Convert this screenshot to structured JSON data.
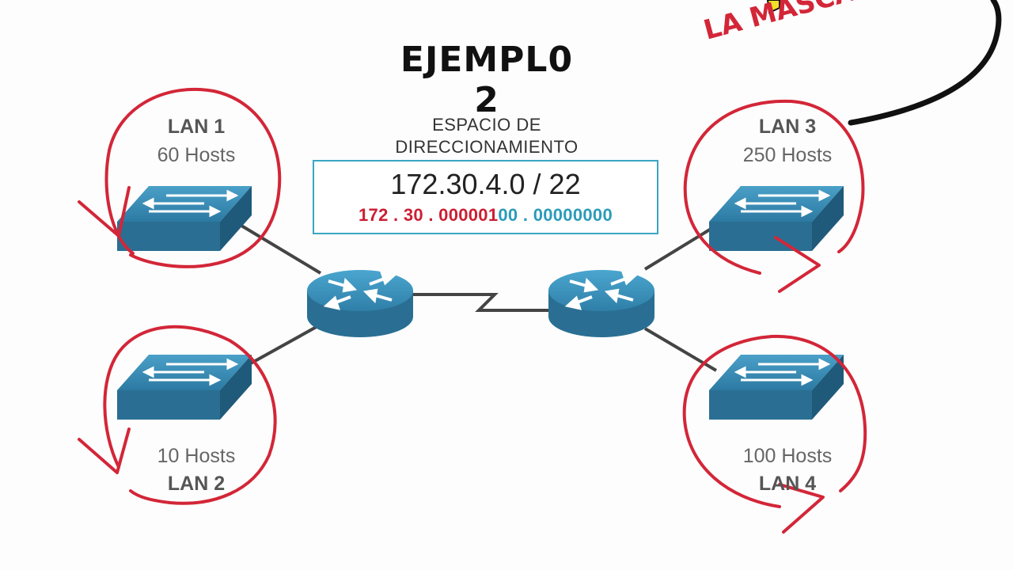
{
  "slide": {
    "title": "EJEMPL0 2",
    "address_space": {
      "label_line1": "ESPACIO DE",
      "label_line2": "DIRECCIONAMIENTO",
      "cidr": "172.30.4.0 / 22",
      "binary_network": "172 . 30 . 000001",
      "binary_host": "00 . 00000000"
    },
    "lans": [
      {
        "name": "LAN 1",
        "hosts": "60 Hosts"
      },
      {
        "name": "LAN 2",
        "hosts": "10 Hosts"
      },
      {
        "name": "LAN 3",
        "hosts": "250 Hosts"
      },
      {
        "name": "LAN 4",
        "hosts": "100 Hosts"
      }
    ],
    "handwritten_note": "LA MÁSCARA C",
    "colors": {
      "network_bits": "#cc1f33",
      "host_bits": "#2a9bb9",
      "annotation_red": "#d32638",
      "device_blue": "#2f7fa6"
    }
  }
}
